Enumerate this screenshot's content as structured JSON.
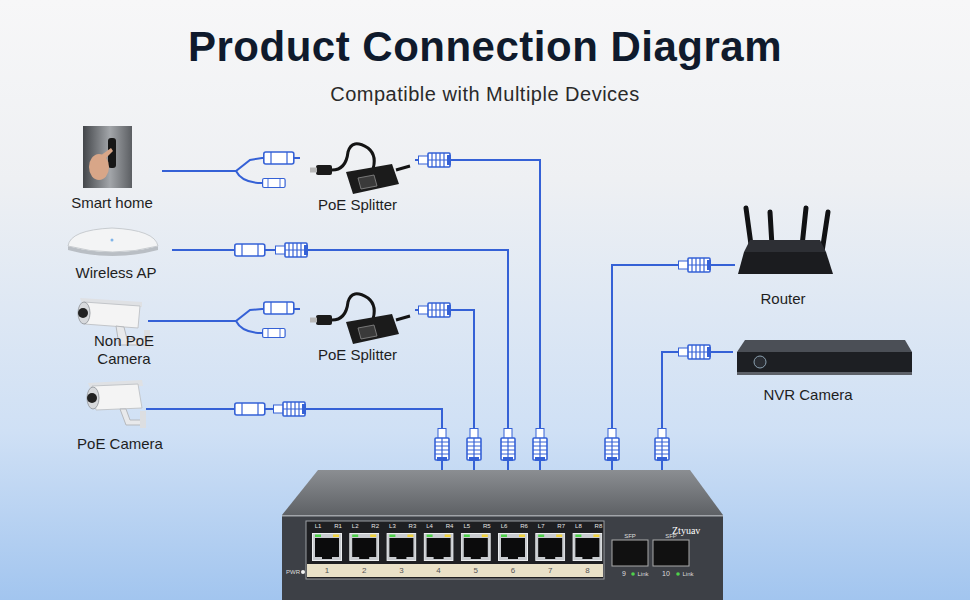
{
  "diagram": {
    "title": "Product Connection Diagram",
    "nodes": [
      {
        "text": [
          "Smart home"
        ]
      },
      {
        "text": [
          "PoE Splitter"
        ]
      },
      {
        "text": [
          "Wireless AP"
        ]
      },
      {
        "text": [
          "Non PoE Camera"
        ]
      },
      {
        "text": [
          "PoE Splitter"
        ]
      },
      {
        "text": [
          "PoE Camera"
        ]
      },
      {
        "text": [
          "Router"
        ]
      },
      {
        "text": [
          "NVR Camera"
        ]
      },
      {
        "text": [
          "Ztyuav"
        ]
      }
    ],
    "edges": [
      {
        "from": 0,
        "to": 1,
        "arrow": "none"
      },
      {
        "from": 1,
        "to": 8,
        "arrow": "none"
      },
      {
        "from": 2,
        "to": 8,
        "arrow": "none"
      },
      {
        "from": 3,
        "to": 4,
        "arrow": "none"
      },
      {
        "from": 4,
        "to": 8,
        "arrow": "none"
      },
      {
        "from": 5,
        "to": 8,
        "arrow": "none"
      },
      {
        "from": 6,
        "to": 8,
        "arrow": "none"
      },
      {
        "from": 7,
        "to": 8,
        "arrow": "none"
      }
    ],
    "labels": [
      "Compatible with Multiple Devices",
      "L1",
      "R1",
      "L2",
      "R2",
      "L3",
      "R3",
      "L4",
      "R4",
      "L5",
      "R5",
      "L6",
      "R6",
      "L7",
      "R7",
      "L8",
      "R8",
      "1",
      "2",
      "3",
      "4",
      "5",
      "6",
      "7",
      "8",
      "SFP",
      "9",
      "SFP",
      "10",
      "PWR",
      "Link",
      "Link"
    ]
  }
}
